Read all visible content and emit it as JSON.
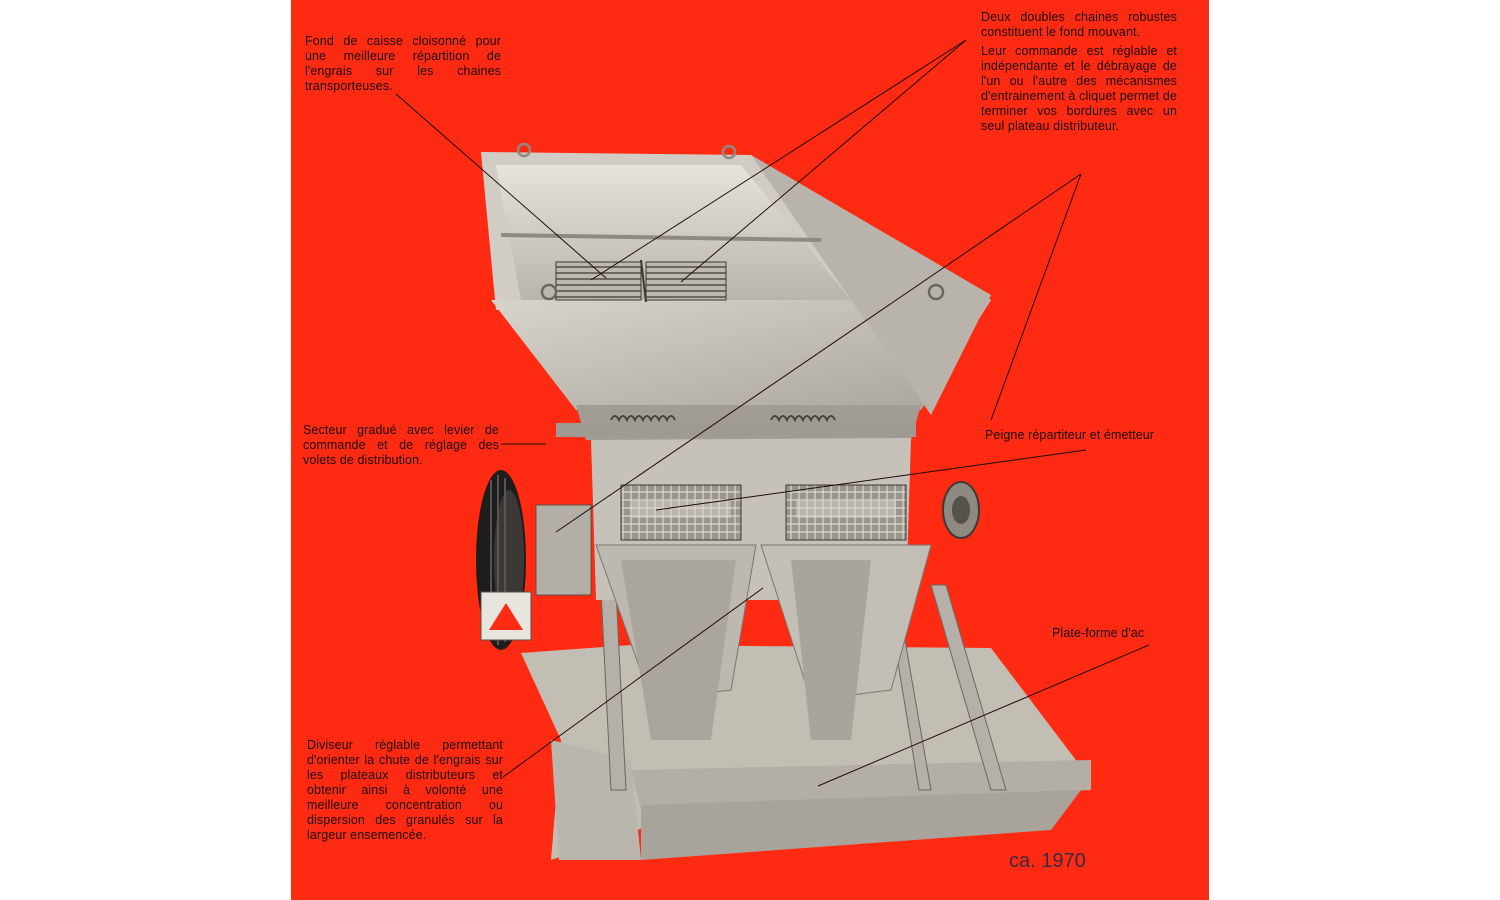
{
  "captions": {
    "hopper_floor": "Fond de caisse cloisonné pour une meilleure répartition de l'engrais sur les chaines transporteuses.",
    "chains_1": "Deux doubles chaines robustes constituent le fond mouvant.",
    "chains_2": "Leur commande est réglable et indépendante et le débrayage de l'un ou l'autre des mécanismes d'entrainement à cliquet permet de terminer vos bordures avec un seul plateau distributeur.",
    "sector": "Secteur gradué avec levier de commande et de réglage des volets de distribution.",
    "comb": "Peigne répartiteur et émetteur",
    "platform": "Plate-forme d'ac",
    "divider": "Diviseur réglable permettant d'orienter la chute de l'engrais sur les plateaux distributeurs et obtenir ainsi à volonté une meilleure concentration ou dispersion des granulés sur la largeur ensemencée."
  },
  "date_label": "ca. 1970",
  "colors": {
    "background": "#ff2a12",
    "metal": "#c9c5bb",
    "text": "#1a0d0a"
  }
}
